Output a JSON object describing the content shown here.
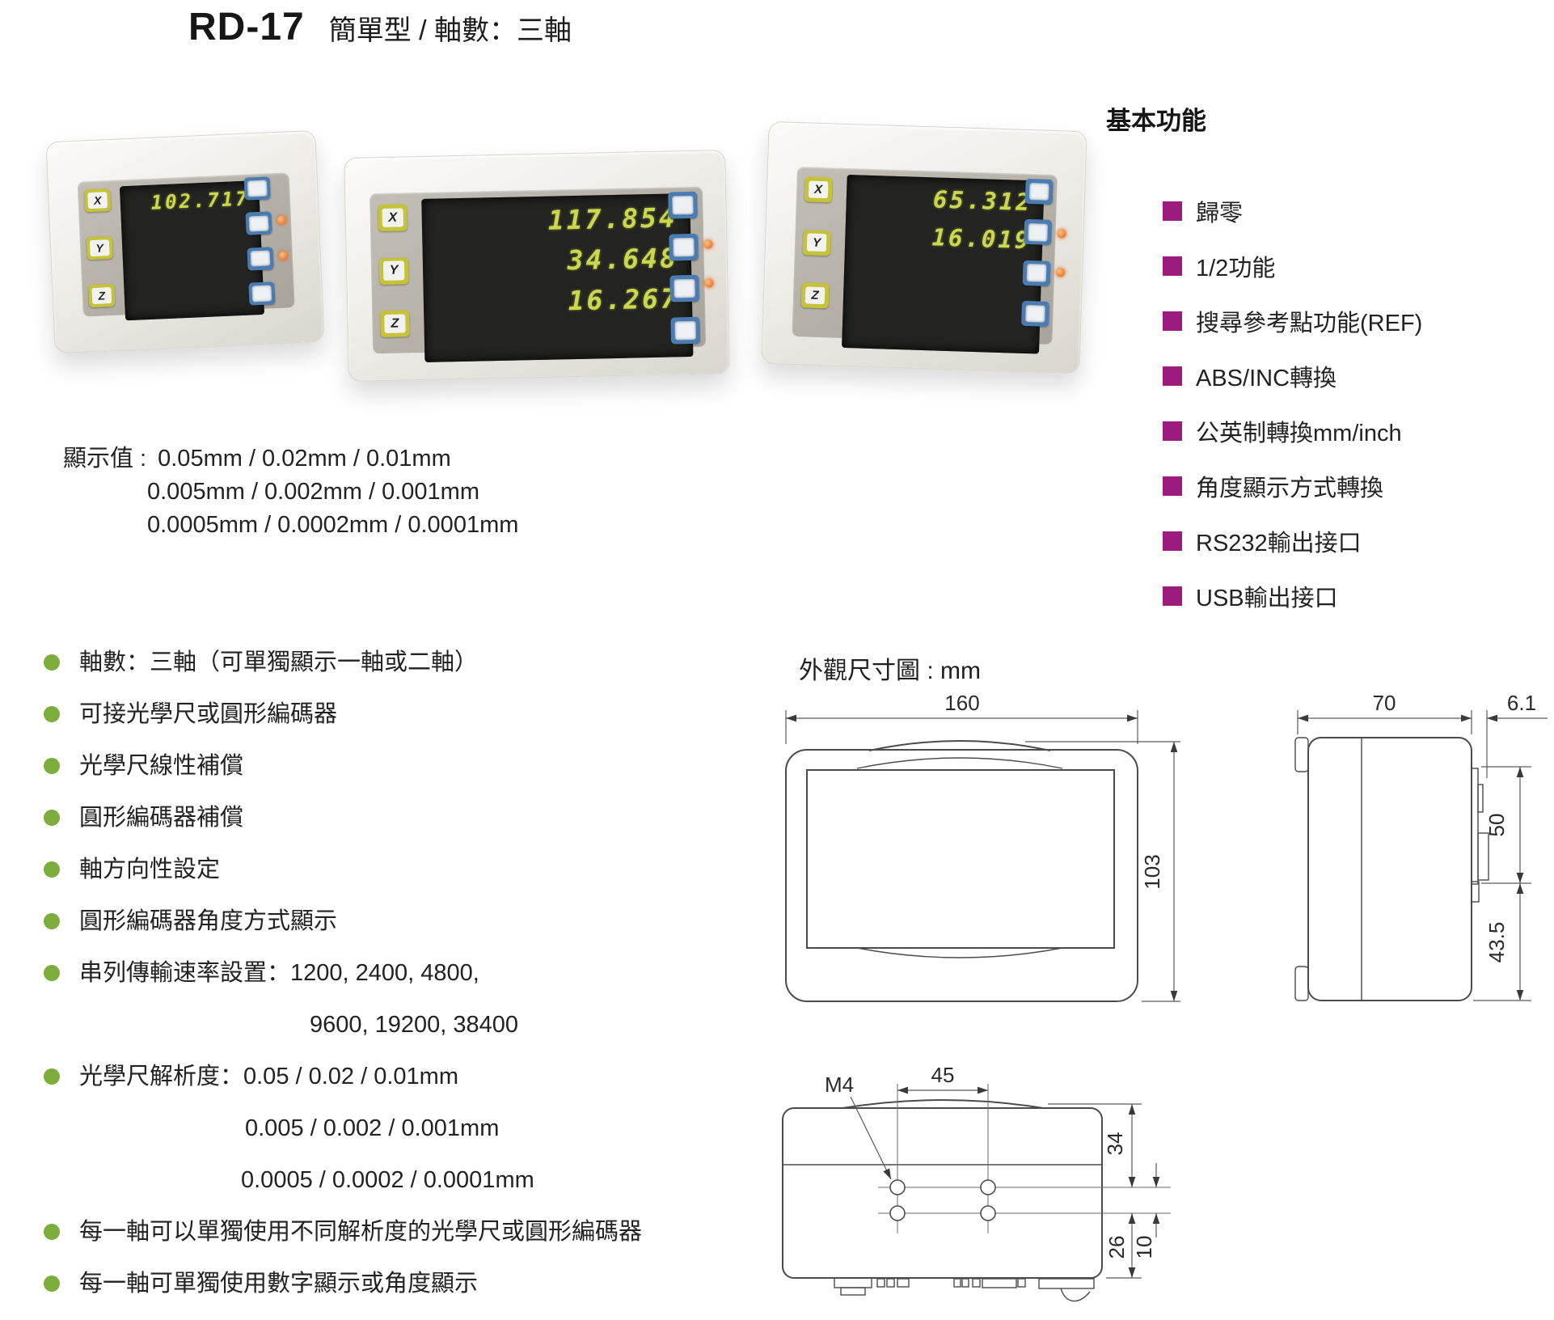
{
  "page": {
    "title_model": "RD-17",
    "title_desc": "簡單型 / 軸數：三軸"
  },
  "colors": {
    "accent_purple": "#9c1b7d",
    "accent_green": "#7cae3e",
    "digit_green": "#cbd84e"
  },
  "devices": {
    "axis_labels": [
      "X",
      "Y",
      "Z"
    ],
    "units": [
      {
        "display": [
          "102.717"
        ]
      },
      {
        "display": [
          "117.854",
          "34.648",
          "16.267"
        ]
      },
      {
        "display": [
          "65.312",
          "16.019"
        ]
      }
    ]
  },
  "display_values": {
    "label": "顯示值 :",
    "lines": [
      "0.05mm / 0.02mm / 0.01mm",
      "0.005mm / 0.002mm / 0.001mm",
      "0.0005mm / 0.0002mm / 0.0001mm"
    ]
  },
  "basic_functions": {
    "heading": "基本功能",
    "items": [
      "歸零",
      "1/2功能",
      "搜尋參考點功能(REF)",
      "ABS/INC轉換",
      "公英制轉換mm/inch",
      "角度顯示方式轉換",
      "RS232輸出接口",
      "USB輸出接口"
    ]
  },
  "features": {
    "items": [
      {
        "t": "軸數：三軸（可單獨顯示一軸或二軸）"
      },
      {
        "t": "可接光學尺或圓形編碼器"
      },
      {
        "t": "光學尺線性補償"
      },
      {
        "t": "圓形編碼器補償"
      },
      {
        "t": "軸方向性設定"
      },
      {
        "t": "圓形編碼器角度方式顯示"
      },
      {
        "t": "串列傳輸速率設置：1200, 2400, 4800,",
        "c1": "9600, 19200, 38400"
      },
      {
        "t": "光學尺解析度：0.05 / 0.02 / 0.01mm",
        "c1": "0.005 / 0.002 / 0.001mm",
        "c2": "0.0005 / 0.0002 / 0.0001mm"
      },
      {
        "t": "每一軸可以單獨使用不同解析度的光學尺或圓形編碼器"
      },
      {
        "t": "每一軸可單獨使用數字顯示或角度顯示"
      }
    ]
  },
  "dimensions": {
    "heading": "外觀尺寸圖 : mm",
    "front": {
      "width": "160",
      "height": "103"
    },
    "side": {
      "depth": "70",
      "lip": "6.1",
      "upper": "50",
      "lower": "43.5"
    },
    "bottom": {
      "thread": "M4",
      "spacing": "45",
      "top_offset": "34",
      "bottom_offset": "26",
      "hole_gap": "10"
    }
  }
}
